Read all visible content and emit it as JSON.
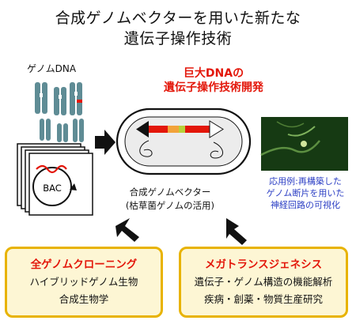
{
  "title": {
    "line1": "合成ゲノムベクターを用いた新たな",
    "line2": "遺伝子操作技術"
  },
  "genome_label": "ゲノムDNA",
  "bac_label": "BAC",
  "center_heading": {
    "line1": "巨大DNAの",
    "line2": "遺伝子操作技術開発"
  },
  "vector_caption": {
    "line1": "合成ゲノムベクター",
    "line2": "(枯草菌ゲノムの活用)"
  },
  "application": {
    "line1": "応用例:再構築した",
    "line2": "ゲノム断片を用いた",
    "line3": "神経回路の可視化"
  },
  "box_left": {
    "title": "全ゲノムクローニング",
    "line1": "ハイブリッドゲノム生物",
    "line2": "合成生物学"
  },
  "box_right": {
    "title": "メガトランスジェネシス",
    "line1": "遺伝子・ゲノム構造の機能解析",
    "line2": "疾病・創薬・物質生産研究"
  },
  "colors": {
    "title_red": "#e3170a",
    "application_blue": "#2b3ec4",
    "box_fill": "#fdf6d4",
    "box_border": "#e8b300",
    "chromosome": "#5f8c95",
    "neuron_green": "#1f4a1a"
  }
}
